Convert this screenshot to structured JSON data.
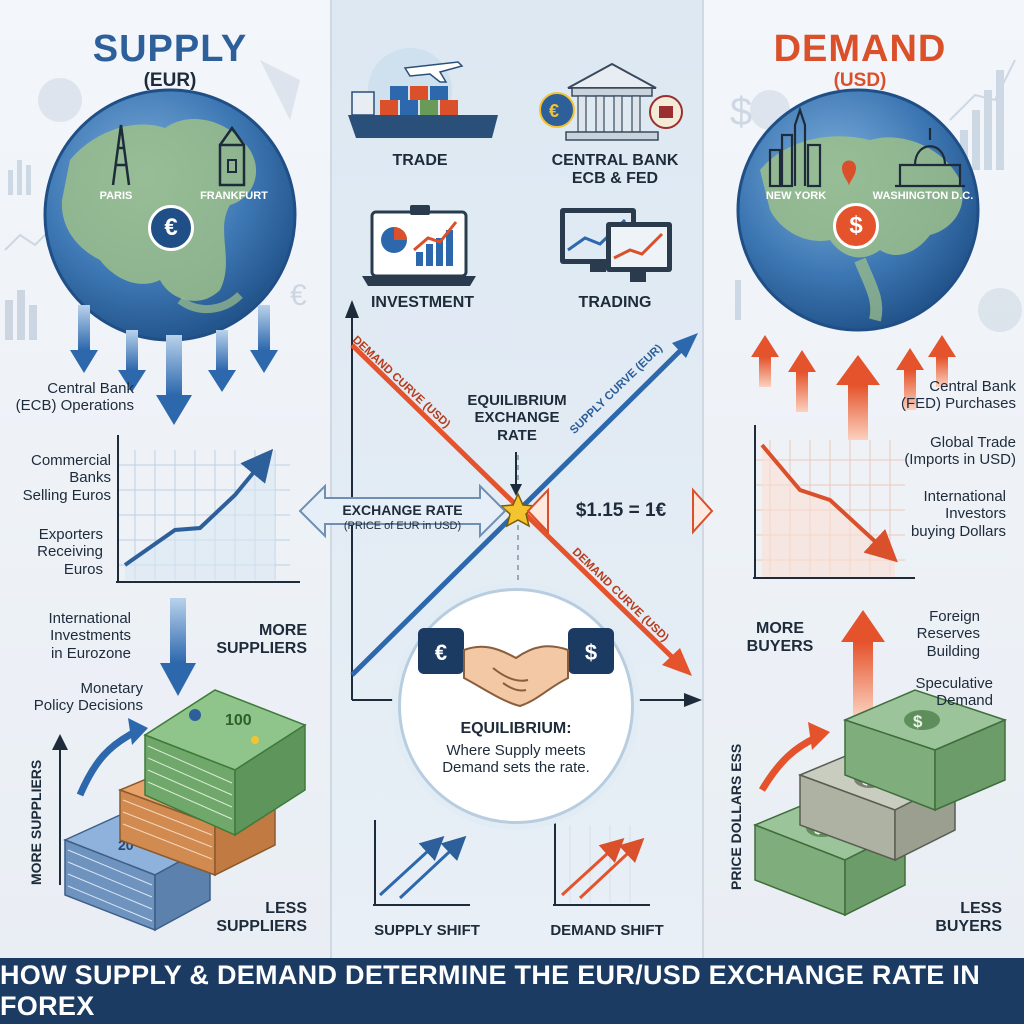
{
  "supply": {
    "title": "SUPPLY",
    "currency": "(EUR)",
    "cities": [
      "PARIS",
      "FRANKFURT"
    ],
    "symbol": "€",
    "labels": [
      "Central Bank\n(ECB) Operations",
      "Commercial\nBanks\nSelling Euros",
      "Exporters\nReceiving\nEuros",
      "International\nInvestments\nin Eurozone",
      "Monetary\nPolicy Decisions"
    ],
    "more": "MORE\nSUPPLIERS",
    "axis": "MORE SUPPLIERS",
    "less": "LESS\nSUPPLIERS"
  },
  "demand": {
    "title": "DEMAND",
    "currency": "(USD)",
    "cities": [
      "NEW YORK",
      "WASHINGTON D.C."
    ],
    "symbol": "$",
    "labels": [
      "Central Bank\n(FED) Purchases",
      "Global Trade\n(Imports in USD)",
      "International\nInvestors\nbuying Dollars",
      "Foreign\nReserves\nBuilding",
      "Speculative\nDemand"
    ],
    "more": "MORE\nBUYERS",
    "axis": "PRICE DOLLARS ESS",
    "less": "LESS\nBUYERS"
  },
  "drivers": [
    "TRADE",
    "CENTRAL BANK\nECB & FED",
    "INVESTMENT",
    "TRADING"
  ],
  "chart": {
    "demand_curve_label": "DEMAND CURVE (USD)",
    "supply_curve_label": "SUPPLY CURVE (EUR)",
    "equilibrium_label": "EQUILIBRIUM\nEXCHANGE\nRATE",
    "exchange_rate_title": "EXCHANGE RATE",
    "exchange_rate_sub": "(PRICE of EUR in USD)",
    "rate": "$1.15 = 1€"
  },
  "equilibrium": {
    "title": "EQUILIBRIUM:",
    "text": "Where Supply meets\nDemand sets the rate."
  },
  "shifts": [
    "SUPPLY SHIFT",
    "DEMAND SHIFT"
  ],
  "banner": "HOW SUPPLY & DEMAND DETERMINE THE EUR/USD EXCHANGE RATE IN FOREX",
  "colors": {
    "supply_blue": "#2d5f9a",
    "demand_orange": "#d9502a",
    "navy": "#1c3b63",
    "star": "#f4c430",
    "euro_green": "#8fc48a",
    "euro_orange": "#e9a36a",
    "euro_blue": "#8fb2dc",
    "dollar_green": "#9cc49a"
  }
}
